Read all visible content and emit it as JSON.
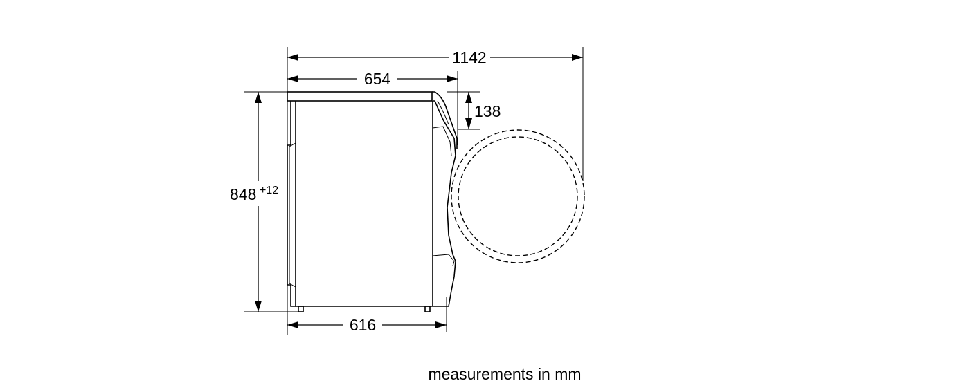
{
  "dimensions": {
    "total_depth": "1142",
    "top_depth": "654",
    "door_protrusion": "138",
    "height": "848",
    "height_tolerance": "+12",
    "base_depth": "616"
  },
  "caption": "measurements in mm",
  "colors": {
    "line": "#000000",
    "background": "#ffffff"
  }
}
